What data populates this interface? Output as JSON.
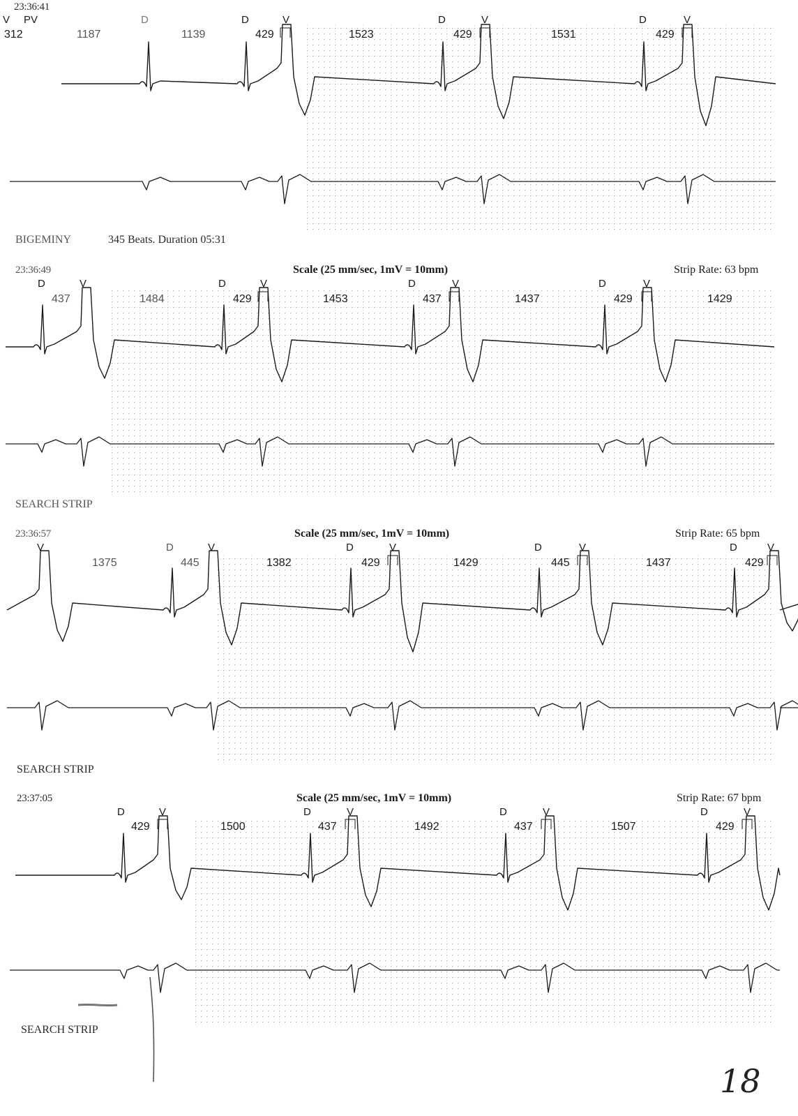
{
  "page_number": "18",
  "colors": {
    "trace": "#1a1a1a",
    "grid_dot": "#9a9a9a",
    "grid_major": "#8a8a8a"
  },
  "strips": [
    {
      "timestamp": "23:36:41",
      "rhythm_label": "",
      "scale": "",
      "strip_rate": "",
      "beat_marks": [
        "V",
        "PV",
        "D",
        "D",
        "V",
        "D",
        "V",
        "D",
        "V"
      ],
      "intervals": [
        "312",
        "1187",
        "1139",
        "429",
        "1523",
        "429",
        "1531",
        "429"
      ]
    },
    {
      "timestamp": "23:36:49",
      "rhythm_label": "BIGEMINY",
      "event_info": "345 Beats. Duration 05:31",
      "scale": "Scale  (25 mm/sec, 1mV = 10mm)",
      "strip_rate": "Strip Rate:  63 bpm",
      "beat_marks": [
        "D",
        "V",
        "D",
        "V",
        "D",
        "V",
        "D",
        "V"
      ],
      "intervals": [
        "437",
        "1484",
        "429",
        "1453",
        "437",
        "1437",
        "429",
        "1429"
      ]
    },
    {
      "timestamp": "23:36:57",
      "rhythm_label": "SEARCH STRIP",
      "scale": "Scale  (25 mm/sec, 1mV = 10mm)",
      "strip_rate": "Strip Rate:  65 bpm",
      "beat_marks": [
        "V",
        "D",
        "V",
        "D",
        "V",
        "D",
        "V",
        "D",
        "V"
      ],
      "intervals": [
        "1375",
        "445",
        "1382",
        "429",
        "1429",
        "445",
        "1437",
        "429"
      ]
    },
    {
      "timestamp": "23:37:05",
      "rhythm_label": "SEARCH STRIP",
      "scale": "Scale  (25 mm/sec, 1mV = 10mm)",
      "strip_rate": "Strip Rate:  67 bpm",
      "beat_marks": [
        "D",
        "V",
        "D",
        "V",
        "D",
        "V",
        "D",
        "V"
      ],
      "intervals": [
        "429",
        "1500",
        "437",
        "1492",
        "437",
        "1507",
        "429"
      ]
    }
  ],
  "footer_label": "SEARCH STRIP"
}
